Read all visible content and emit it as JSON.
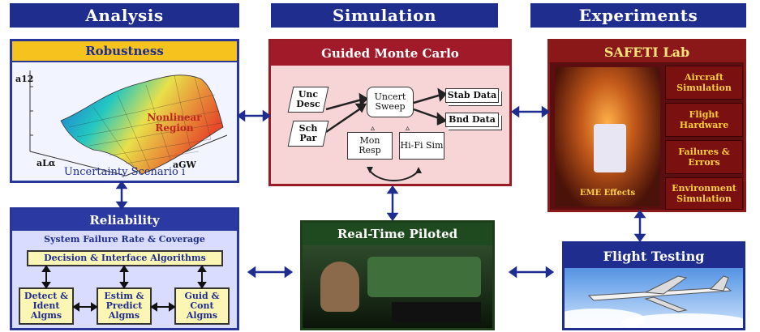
{
  "headers": {
    "analysis": "Analysis",
    "simulation": "Simulation",
    "experiments": "Experiments"
  },
  "robustness": {
    "title": "Robustness",
    "z_label": "a12",
    "x_label": "aLα",
    "y_label": "aGW",
    "region_label": "Nonlinear Region",
    "caption": "Uncertainty Scenario i"
  },
  "reliability": {
    "title": "Reliability",
    "subtitle": "System Failure Rate & Coverage",
    "decision": "Decision & Interface Algorithms",
    "detect": "Detect & Ident Algms",
    "estim": "Estim & Predict Algms",
    "guid": "Guid & Cont Algms"
  },
  "simulation": {
    "title": "Guided Monte Carlo",
    "unc_desc": "Unc Desc",
    "sch_par": "Sch Par",
    "uncert_sweep": "Uncert Sweep",
    "stab_data": "Stab Data",
    "bnd_data": "Bnd Data",
    "mon_resp": "Mon Resp",
    "hifi_sim": "Hi-Fi Sim"
  },
  "experiments": {
    "title": "SAFETI Lab",
    "items": [
      "Aircraft Simulation",
      "Flight Hardware",
      "Failures & Errors",
      "Environment Simulation"
    ],
    "eme": "EME Effects"
  },
  "realtime": {
    "title": "Real-Time Piloted"
  },
  "flight": {
    "title": "Flight Testing"
  }
}
